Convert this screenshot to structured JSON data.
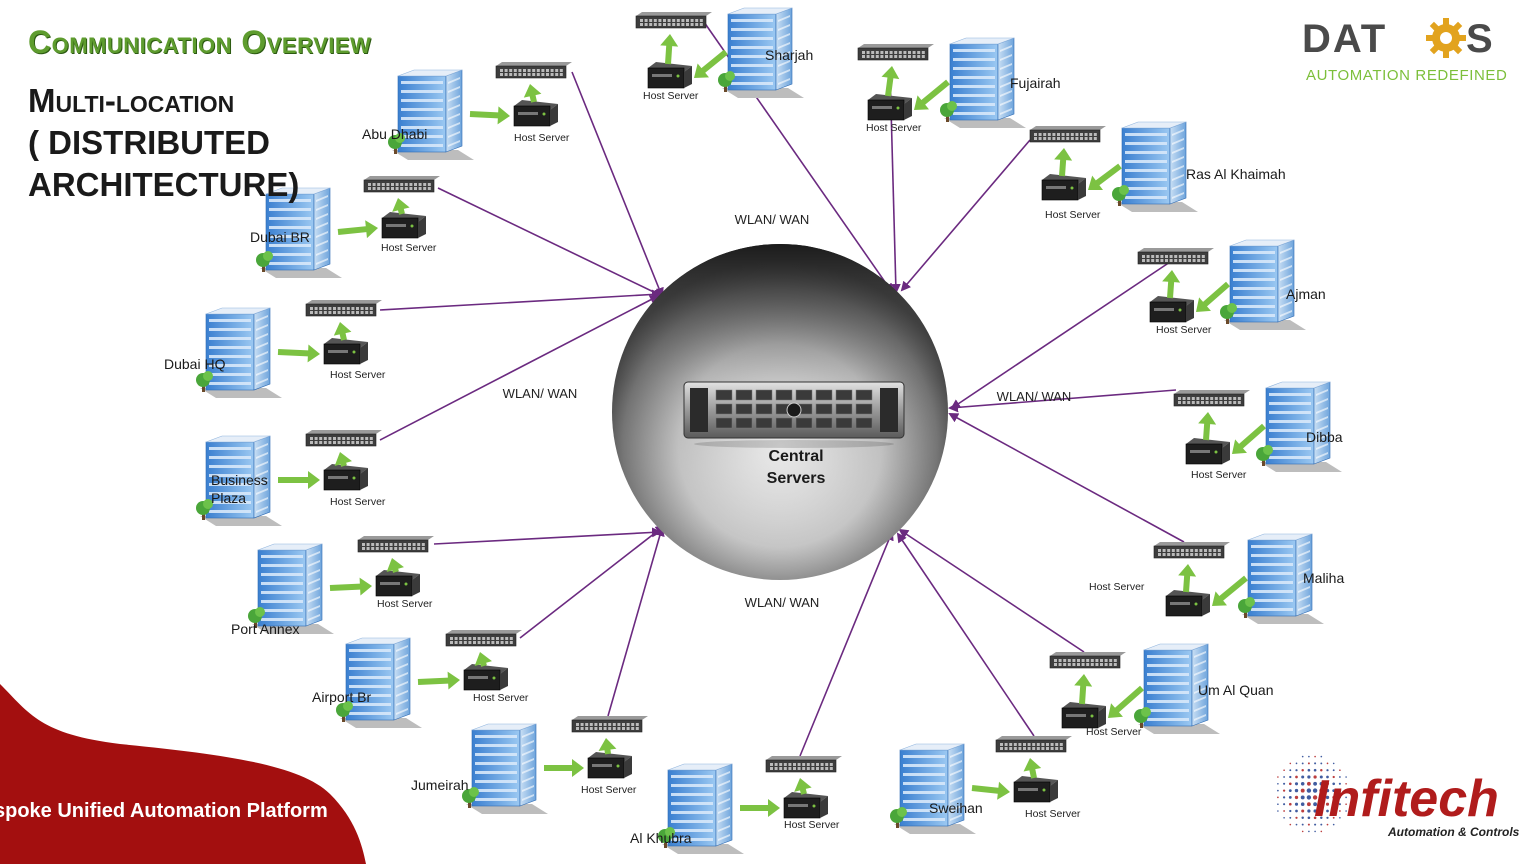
{
  "header": {
    "title": "Communication Overview",
    "subtitle_lines": [
      "Multi-location",
      "( DISTRIBUTED",
      "ARCHITECTURE)"
    ]
  },
  "logos": {
    "datos": {
      "wordmark": "DAT S",
      "tagline": "AUTOMATION REDEFINED",
      "accent_color": "#7cbf3a"
    },
    "infitech": {
      "wordmark": "Infitech",
      "tagline": "Automation & Controls",
      "color": "#b01c1c"
    }
  },
  "footer": {
    "text": "spoke Unified Automation Platform",
    "bg_color": "#a30f0f"
  },
  "center": {
    "label_lines": [
      "Central",
      "Servers"
    ],
    "icon": "rack-server-icon"
  },
  "host_label": "Host Server",
  "link_labels": [
    "WLAN/ WAN",
    "WLAN/ WAN",
    "WLAN/ WAN",
    "WLAN/ WAN"
  ],
  "sites": [
    {
      "name": "Sharjah"
    },
    {
      "name": "Fujairah"
    },
    {
      "name": "Ras Al Khaimah"
    },
    {
      "name": "Ajman"
    },
    {
      "name": "Dibba"
    },
    {
      "name": "Maliha"
    },
    {
      "name": "Um Al Quan"
    },
    {
      "name": "Sweihan"
    },
    {
      "name": "Al Khubra"
    },
    {
      "name": "Jumeirah"
    },
    {
      "name": "Airport Br"
    },
    {
      "name": "Port Annex"
    },
    {
      "name": "Business Plaza"
    },
    {
      "name": "Dubai HQ"
    },
    {
      "name": "Dubai BR"
    },
    {
      "name": "Abu Dhabi"
    }
  ],
  "colors": {
    "link": "#6b2a80",
    "arrow_green": "#7cc242",
    "building_blue": "#4a8fd8",
    "title_green": "#5e9c2e"
  }
}
